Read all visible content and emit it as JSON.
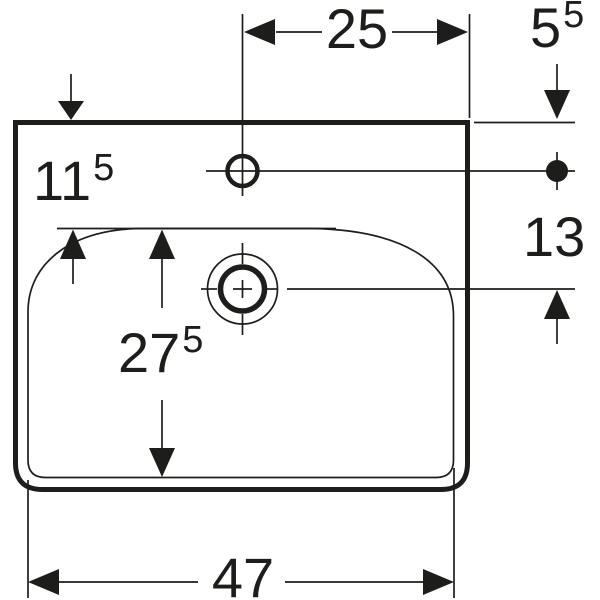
{
  "colors": {
    "line": "#1d1d1b",
    "background": "#ffffff"
  },
  "labels": {
    "tap_offset_width": {
      "main": "25",
      "sup": ""
    },
    "tap_edge_offset": {
      "main": "5",
      "sup": "5"
    },
    "rear_ledge_depth": {
      "main": "11",
      "sup": "5"
    },
    "tap_to_drain": {
      "main": "13",
      "sup": ""
    },
    "bowl_depth": {
      "main": "27",
      "sup": "5"
    },
    "overall_width": {
      "main": "47",
      "sup": ""
    }
  }
}
